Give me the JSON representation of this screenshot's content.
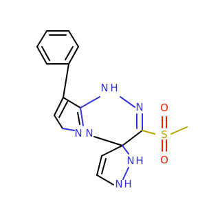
{
  "colors": {
    "carbon_bond": "#000000",
    "nitrogen": "#3333dd",
    "sulfur": "#b8a600",
    "oxygen": "#ee2200",
    "background": "#ffffff"
  },
  "atoms": {
    "nh_top": "N",
    "h_top": "H",
    "n_triazine": "N",
    "n_pyrazole_left": "N",
    "n_bridge": "N",
    "sulfur": "S",
    "oxygen_top": "O",
    "oxygen_bottom": "O",
    "n_spiro_upper": "N",
    "h_spiro_upper": "H",
    "n_spiro_lower": "N",
    "h_spiro_lower": "H"
  }
}
